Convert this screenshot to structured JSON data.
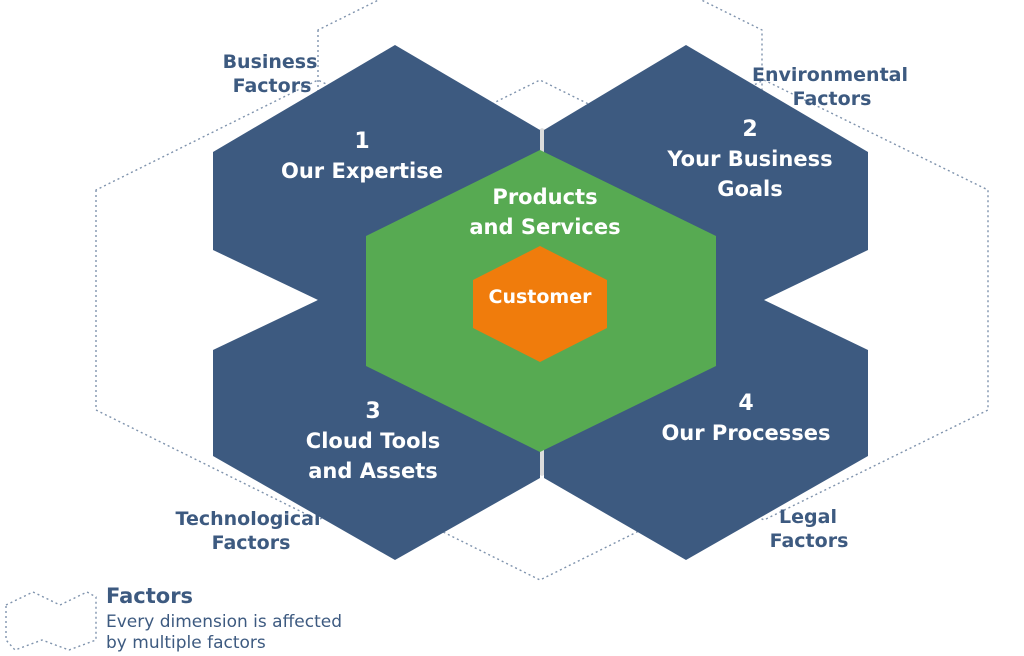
{
  "colors": {
    "navy": "#3d5a80",
    "green": "#57aa52",
    "orange": "#f07c0c",
    "grey": "#dcdcdc",
    "dotted": "#7f93ad",
    "white": "#ffffff"
  },
  "dimensions": [
    {
      "number": "1",
      "lines": [
        "Our Expertise"
      ]
    },
    {
      "number": "2",
      "lines": [
        "Your Business",
        "Goals"
      ]
    },
    {
      "number": "3",
      "lines": [
        "Cloud Tools",
        "and Assets"
      ]
    },
    {
      "number": "4",
      "lines": [
        "Our Processes"
      ]
    }
  ],
  "products": {
    "lines": [
      "Products",
      "and Services"
    ]
  },
  "customer": {
    "label": "Customer"
  },
  "factors": [
    {
      "lines": [
        "Business",
        "Factors"
      ]
    },
    {
      "lines": [
        "Environmental",
        "Factors"
      ]
    },
    {
      "lines": [
        "Technological",
        "Factors"
      ]
    },
    {
      "lines": [
        "Legal",
        "Factors"
      ]
    }
  ],
  "legend": {
    "title": "Factors",
    "description": [
      "Every dimension is affected",
      "by multiple factors"
    ]
  }
}
